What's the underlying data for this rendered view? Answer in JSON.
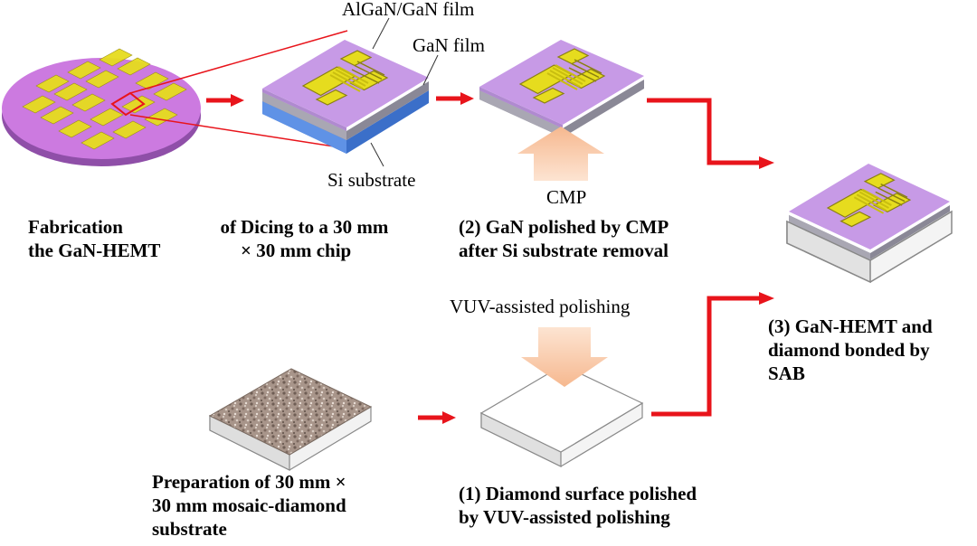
{
  "labels": {
    "algan_film": "AlGaN/GaN film",
    "gan_film": "GaN film",
    "si_substrate": "Si substrate",
    "cmp": "CMP",
    "vuv": "VUV-assisted polishing"
  },
  "captions": {
    "fab_word1": "Fabrication",
    "fab_word2": "of",
    "fab_line2": "the GaN-HEMT",
    "dicing_line1": "Dicing to a 30 mm",
    "dicing_line2": "× 30 mm chip",
    "step2_line1": "(2) GaN polished by CMP",
    "step2_line2": "after Si substrate removal",
    "step3_line1": "(3) GaN-HEMT and",
    "step3_line2": "diamond bonded by",
    "step3_line3": "SAB",
    "prep_line1": "Preparation of 30 mm ×",
    "prep_line2": "30 mm mosaic-diamond",
    "prep_line3": "substrate",
    "step1_line1": "(1) Diamond surface polished",
    "step1_line2": "by VUV-assisted polishing"
  },
  "colors": {
    "arrow": "#e8141b",
    "film_purple": "#c79ae6",
    "wafer": "#cc7ae0",
    "si_blue": "#4a7fd8",
    "device_gold": "#e6dc1e",
    "process_arrow": "#f8c9a6"
  }
}
